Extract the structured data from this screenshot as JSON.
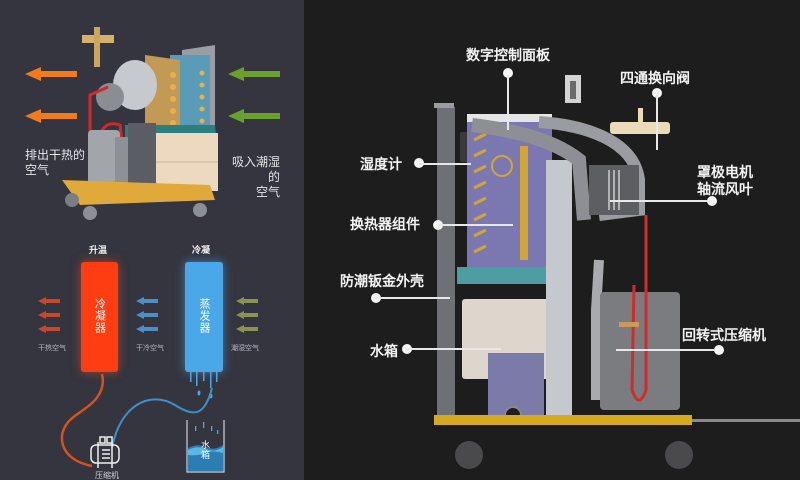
{
  "left_panel": {
    "top_diagram": {
      "label_left": [
        "排出干热的",
        "空气"
      ],
      "label_right": [
        "吸入潮湿的",
        "空气"
      ],
      "arrow_out_color": "#f07a1c",
      "arrow_in_color": "#6aa12c"
    },
    "bottom_diagram": {
      "heading_left": "升温",
      "heading_right": "冷凝",
      "condenser_label": "冷凝器",
      "evaporator_label": "蒸发器",
      "air_dry_hot": "干热空气",
      "air_dry_cold": "干冷空气",
      "air_humid": "潮湿空气",
      "compressor_label": "压缩机",
      "water_tank_label": "水箱",
      "condenser_color": "#ff3d12",
      "evaporator_color": "#4aa8e8"
    }
  },
  "right_panel": {
    "callouts": {
      "control_panel": "数字控制面板",
      "four_way_valve": "四通换向阀",
      "hygrometer": "湿度计",
      "fan_motor": [
        "罩极电机",
        "轴流风叶"
      ],
      "heat_exchanger": "换热器组件",
      "shell": "防潮钣金外壳",
      "water_tank": "水箱",
      "compressor": "回转式压缩机"
    }
  }
}
